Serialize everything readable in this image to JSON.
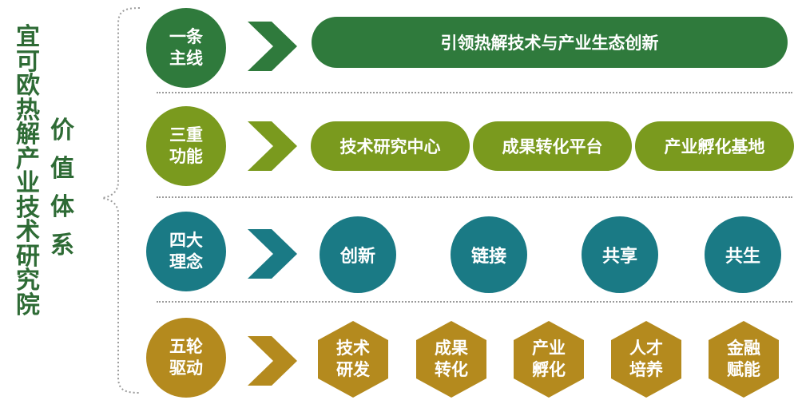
{
  "title_main": [
    "宜",
    "可",
    "欧",
    "热",
    "解",
    "产",
    "业",
    "技",
    "术",
    "研",
    "究",
    "院"
  ],
  "title_sub": [
    "价",
    "值",
    "体",
    "系"
  ],
  "colors": {
    "green_dark": "#2f7a3c",
    "green_light": "#7a9a1e",
    "teal": "#1a7a85",
    "gold": "#b48a1e"
  },
  "rows": [
    {
      "circle": [
        "一条",
        "主线"
      ],
      "items": [
        "引领热解技术与产业生态创新"
      ]
    },
    {
      "circle": [
        "三重",
        "功能"
      ],
      "items": [
        "技术研究中心",
        "成果转化平台",
        "产业孵化基地"
      ]
    },
    {
      "circle": [
        "四大",
        "理念"
      ],
      "items": [
        "创新",
        "链接",
        "共享",
        "共生"
      ]
    },
    {
      "circle": [
        "五轮",
        "驱动"
      ],
      "items": [
        [
          "技术",
          "研发"
        ],
        [
          "成果",
          "转化"
        ],
        [
          "产业",
          "孵化"
        ],
        [
          "人才",
          "培养"
        ],
        [
          "金融",
          "赋能"
        ]
      ]
    }
  ]
}
